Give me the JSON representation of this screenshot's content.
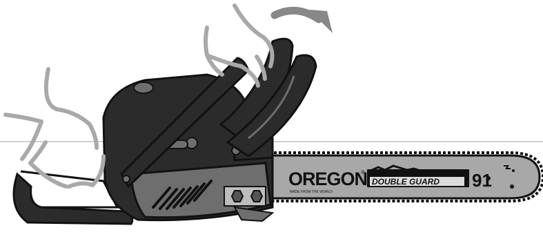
{
  "illustration": {
    "subject": "chainsaw-chain-brake-activation",
    "bar": {
      "brand": "OREGON",
      "registered_mark": "®",
      "product_line": "DOUBLE GUARD",
      "trademark": "™",
      "model_number": "91",
      "fine_print": "MADE FROM THE WORLD"
    },
    "colors": {
      "outline": "#111111",
      "body_dark": "#2b2b2b",
      "body_mid": "#6e6e6e",
      "bar_fill": "#a8a8a8",
      "hands_stroke": "#a9a9a9",
      "arrow": "#888888",
      "ground_line": "#cfcfcf"
    },
    "icons": [
      "hand-icon",
      "rotation-arrow-icon",
      "chainsaw-icon",
      "chain-brake-lever-icon"
    ]
  }
}
